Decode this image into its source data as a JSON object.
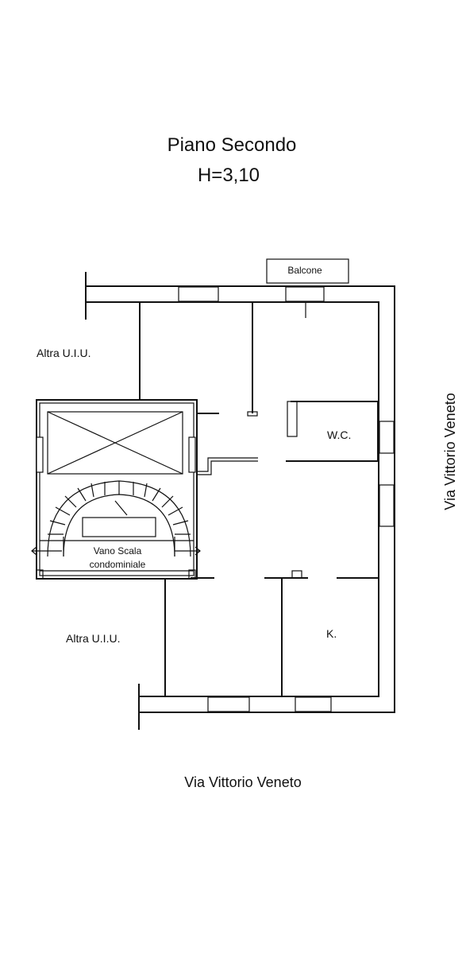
{
  "title": "Piano Secondo",
  "height_label": "H=3,10",
  "labels": {
    "balcone": "Balcone",
    "altra_uiu_top": "Altra U.I.U.",
    "altra_uiu_bottom": "Altra U.I.U.",
    "wc": "W.C.",
    "kitchen": "K.",
    "vano_scala_line1": "Vano Scala",
    "vano_scala_line2": "condominiale"
  },
  "streets": {
    "east": "Via Vittorio Veneto",
    "south": "Via Vittorio Veneto"
  }
}
